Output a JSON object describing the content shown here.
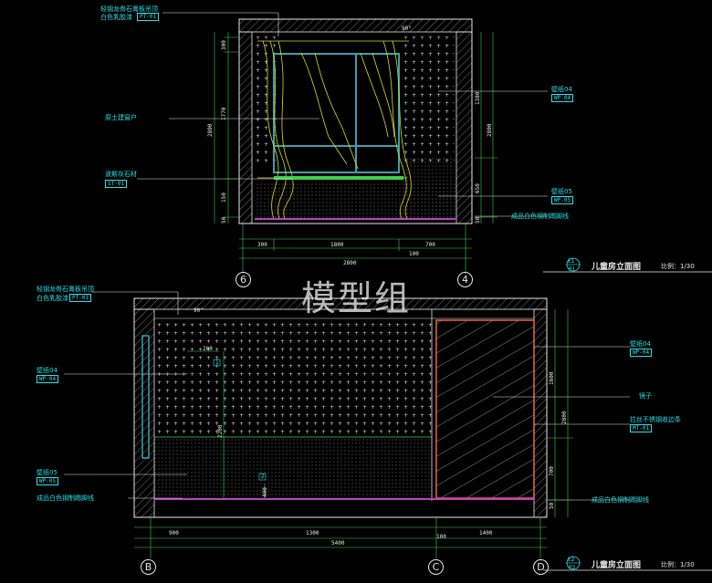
{
  "elevation_top": {
    "callouts": [
      {
        "text": "轻钢龙骨石膏板吊顶",
        "code": ""
      },
      {
        "text": "白色乳胶漆",
        "code": "PT-01"
      },
      {
        "text": "原土建窗户",
        "code": ""
      },
      {
        "text": "波斯灰石材",
        "code": "ST-01"
      },
      {
        "text": "壁纸04",
        "code": "WP-04"
      },
      {
        "text": "壁纸05",
        "code": "WP-05"
      },
      {
        "text": "成品白色钢制踢脚线",
        "code": ""
      }
    ],
    "dims_bottom_row1": [
      "300",
      "1800",
      "700"
    ],
    "dims_bottom_row2": [
      "2800",
      "100"
    ],
    "dims_left": [
      "300",
      "1770",
      "2800",
      "150",
      "50"
    ],
    "dims_right": [
      "1380",
      "2800",
      "650",
      "50"
    ],
    "grid_left": "6",
    "grid_right": "4",
    "angle": "90°",
    "title": "儿童房立面图",
    "scale": "比例：1/30",
    "tag": "E1",
    "tag_sub": "P1"
  },
  "elevation_bottom": {
    "callouts_left": [
      {
        "text": "轻钢龙骨石膏板吊顶",
        "code": ""
      },
      {
        "text": "白色乳胶漆",
        "code": "PT-01"
      },
      {
        "text": "壁纸04",
        "code": "WP-04"
      },
      {
        "text": "壁纸05",
        "code": "WP-05"
      },
      {
        "text": "成品白色钢制踢脚线",
        "code": ""
      }
    ],
    "callouts_right": [
      {
        "text": "壁纸04",
        "code": "WP-04"
      },
      {
        "text": "镜子",
        "code": ""
      },
      {
        "text": "拉丝不锈钢收边条",
        "code": "MT-01"
      },
      {
        "text": "成品白色钢制踢脚线",
        "code": ""
      }
    ],
    "dims_bottom_row1": [
      "900",
      "1300",
      "1400"
    ],
    "dims_bottom_row2": [
      "5400",
      "100"
    ],
    "dims_inner": [
      "200",
      "2200",
      "400"
    ],
    "dims_right": [
      "1600",
      "2800",
      "700",
      "50"
    ],
    "markers": [
      "1",
      "2"
    ],
    "grid_labels": [
      "B",
      "C",
      "D"
    ],
    "angle": "90°",
    "title": "儿童房立面图",
    "scale": "比例：1/30",
    "tag": "E2",
    "tag_sub": "P2"
  },
  "watermark": "模型组"
}
